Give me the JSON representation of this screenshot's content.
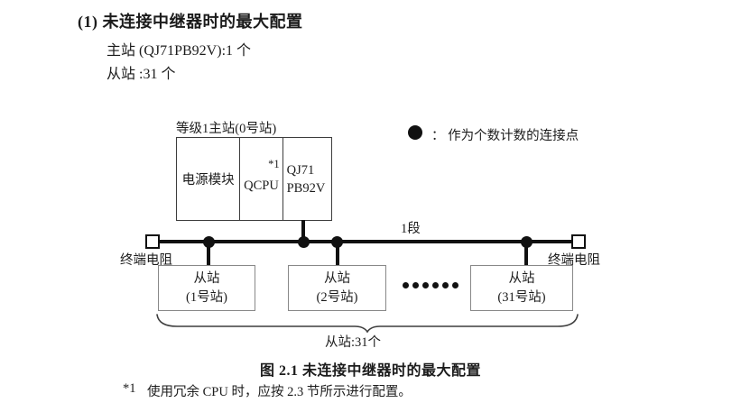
{
  "header": {
    "heading": "(1) 未连接中继器时的最大配置",
    "master_count_line": "主站 (QJ71PB92V):1 个",
    "slave_count_line": "从站 :31 个"
  },
  "diagram": {
    "master_station": {
      "label": "等级1主站(0号站)",
      "module_power": "电源模块",
      "module_cpu": "QCPU",
      "module_cpu_footnote_ref": "*1",
      "module_network": "QJ71\nPB92V"
    },
    "legend": {
      "dot_icon": "black-circle",
      "text": "：  作为个数计数的连接点"
    },
    "bus": {
      "segment_label": "1段",
      "terminator_left_label": "终端电阻",
      "terminator_right_label": "终端电阻"
    },
    "slaves": [
      {
        "line1": "从站",
        "line2": "(1号站)"
      },
      {
        "line1": "从站",
        "line2": "(2号站)"
      },
      {
        "line1": "从站",
        "line2": "(31号站)"
      }
    ],
    "ellipsis_icon": "six-dots",
    "brace_label": "从站:31个"
  },
  "caption": "图 2.1 未连接中继器时的最大配置",
  "footnote": {
    "marker": "*1",
    "text": "使用冗余 CPU 时，应按 2.3 节所示进行配置。"
  },
  "colors": {
    "ink": "#111111",
    "box_border_dark": "#3d3d3d",
    "box_border_gray": "#888888",
    "background": "#ffffff"
  }
}
